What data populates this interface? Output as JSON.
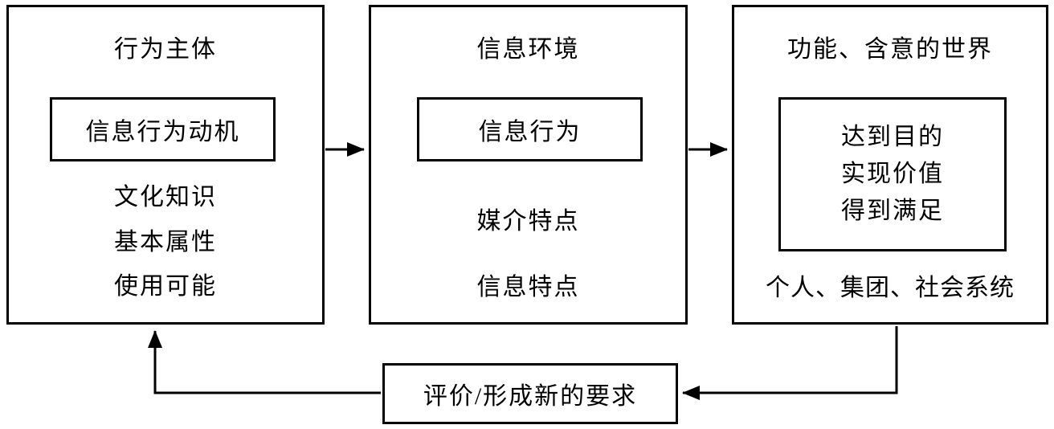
{
  "diagram": {
    "subject_box": {
      "title": "行为主体",
      "inner_box": "信息行为动机",
      "items": [
        "文化知识",
        "基本属性",
        "使用可能"
      ]
    },
    "environment_box": {
      "title": "信息环境",
      "inner_box": "信息行为",
      "items": [
        "媒介特点",
        "信息特点"
      ]
    },
    "world_box": {
      "title": "功能、含意的世界",
      "inner_lines": [
        "达到目的",
        "实现价值",
        "得到满足"
      ],
      "footer": "个人、集团、社会系统"
    },
    "feedback_box": {
      "label": "评价/形成新的要求"
    },
    "colors": {
      "border": "#000000",
      "background": "#ffffff",
      "text": "#000000"
    }
  }
}
